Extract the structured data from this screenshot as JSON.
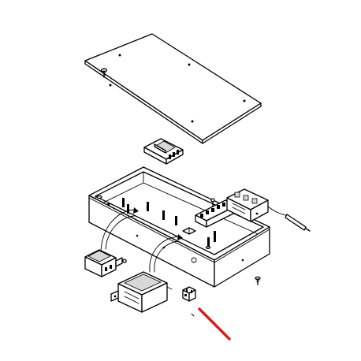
{
  "diagram": {
    "style": "exploded-view line drawing",
    "colors": {
      "line": "#000000",
      "background": "#ffffff",
      "pointer": "#d42020"
    },
    "parts": [
      "cover-plate",
      "cover-screw",
      "ballast-transformer",
      "electrical-box",
      "terminal-block",
      "thermostat",
      "capillary-probe",
      "power-supply-unit",
      "transformer",
      "cable-connector",
      "base-screw"
    ],
    "highlighted_part": "cable-connector"
  }
}
